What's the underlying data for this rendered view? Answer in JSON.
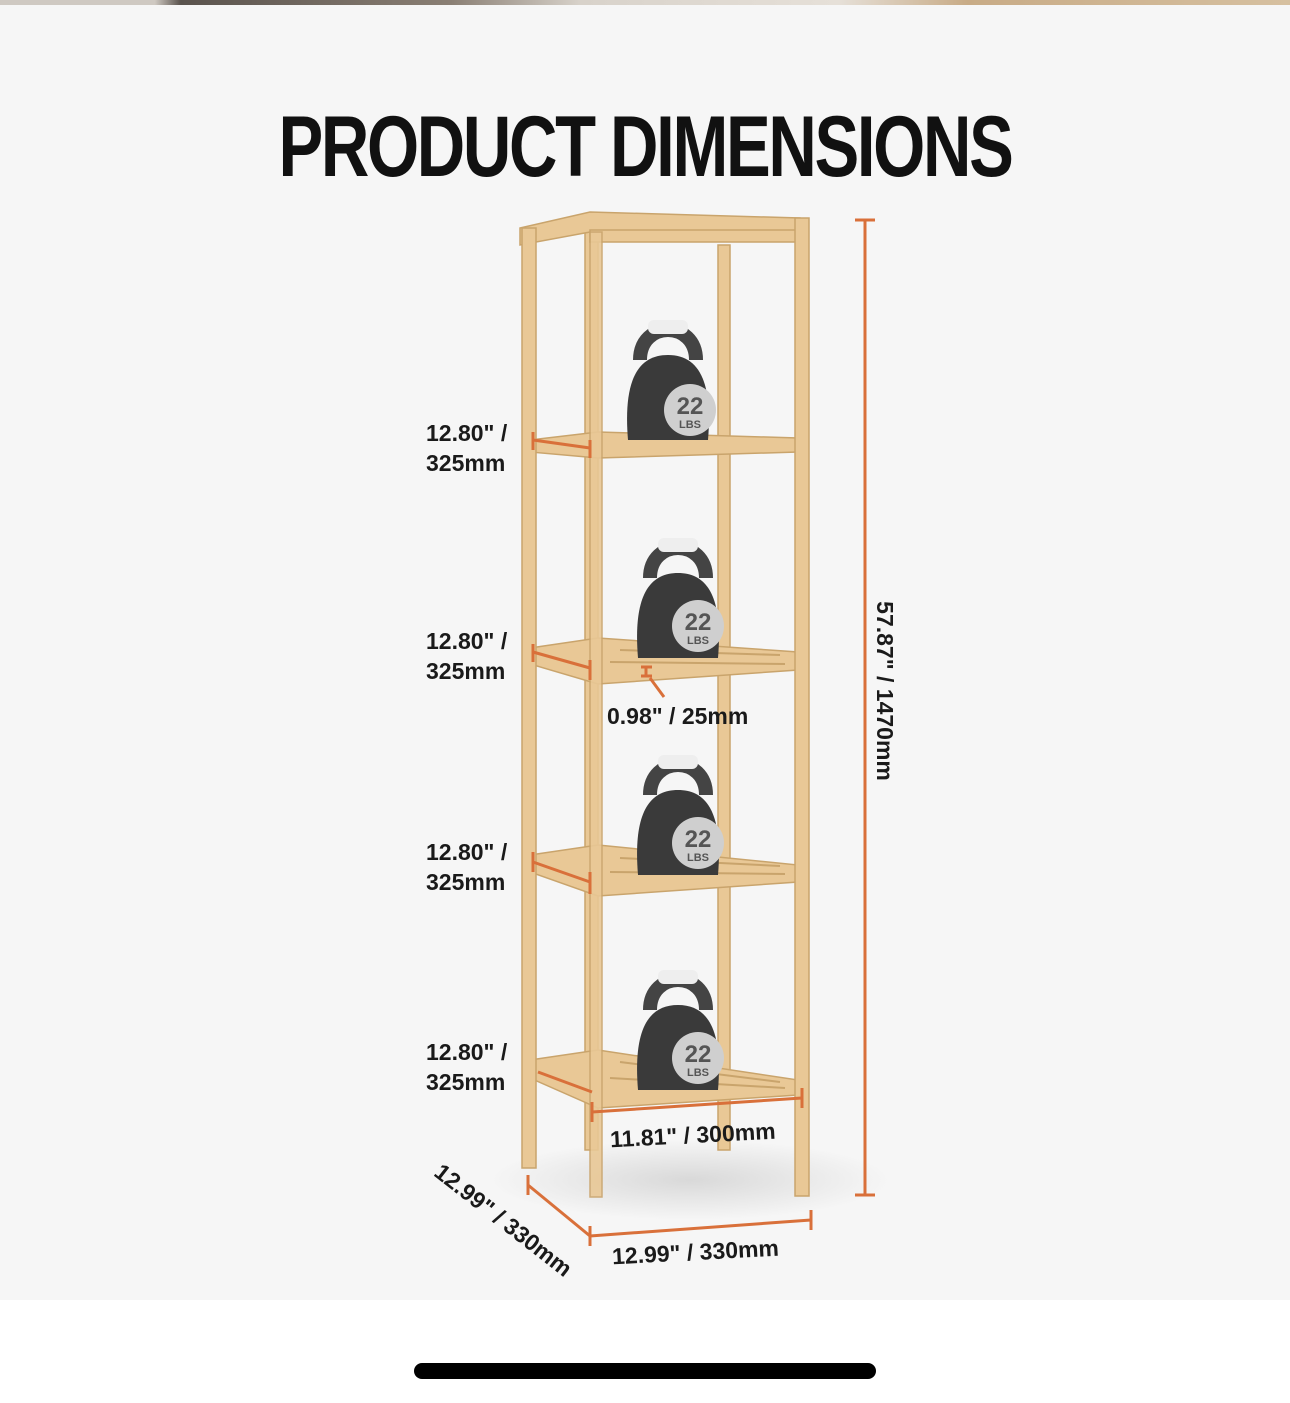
{
  "title": "PRODUCT DIMENSIONS",
  "dimensions": {
    "shelf_gap_1": {
      "in": "12.80\" /",
      "mm": "325mm"
    },
    "shelf_gap_2": {
      "in": "12.80\" /",
      "mm": "325mm"
    },
    "shelf_gap_3": {
      "in": "12.80\" /",
      "mm": "325mm"
    },
    "shelf_gap_4": {
      "in": "12.80\" /",
      "mm": "325mm"
    },
    "shelf_thickness": "0.98\" / 25mm",
    "total_height": "57.87\" / 1470mm",
    "shelf_width": "11.81\" / 300mm",
    "depth": "12.99\" / 330mm",
    "width": "12.99\" / 330mm"
  },
  "kettlebell": {
    "weight": "22",
    "unit": "LBS"
  },
  "colors": {
    "dimension_line": "#d9703a",
    "bamboo": "#e9c896",
    "kettlebell": "#3a3a3a",
    "background": "#f6f6f6"
  }
}
